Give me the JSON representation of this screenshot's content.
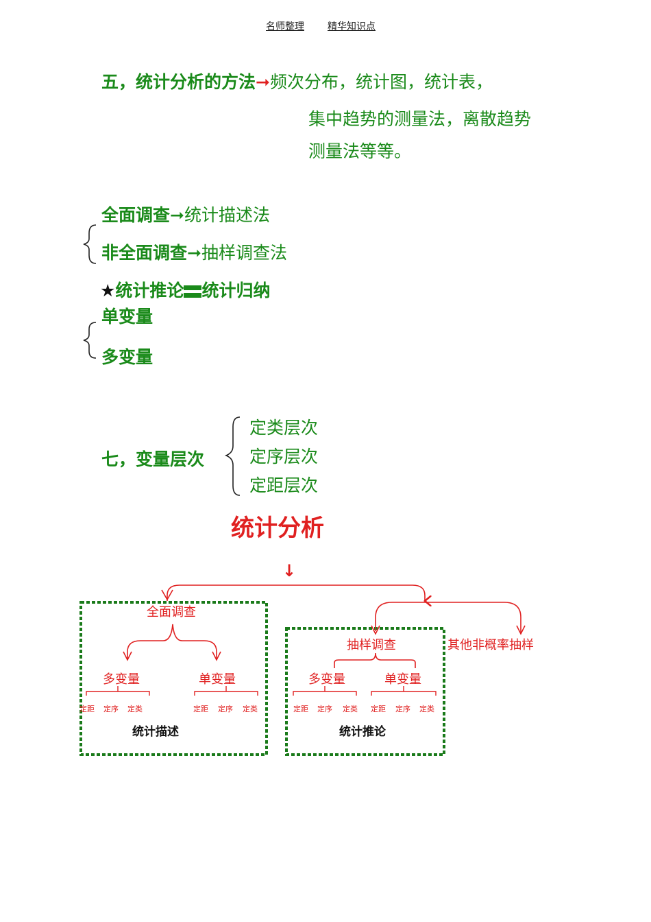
{
  "header": {
    "left": "名师整理",
    "right": "精华知识点"
  },
  "section5": {
    "title": "五，统计分析的方法",
    "arrow": "➞",
    "line1": "频次分布，统计图，统计表，",
    "line2": "集中趋势的测量法，离散趋势",
    "line3": "测量法等等。"
  },
  "survey": {
    "full": "全面调查",
    "full_method": "统计描述法",
    "partial": "非全面调查",
    "partial_method": "抽样调查法",
    "arrow": "➞"
  },
  "inference": {
    "star": "★",
    "left": "统计推论",
    "right": "统计归纳"
  },
  "variables": {
    "single": "单变量",
    "multi": "多变量"
  },
  "section7": {
    "title": "七，变量层次",
    "levels": [
      "定类层次",
      "定序层次",
      "定距层次"
    ]
  },
  "diagram": {
    "title": "统计分析",
    "arrow": "↓",
    "left": {
      "node": "全面调查",
      "multi": "多变量",
      "single": "单变量",
      "multi_levels": [
        "定距",
        "定序",
        "定类"
      ],
      "single_levels": [
        "定距",
        "定序",
        "定类"
      ],
      "caption": "统计描述"
    },
    "right": {
      "node": "抽样调查",
      "other": "其他非概率抽样",
      "multi": "多变量",
      "single": "单变量",
      "multi_levels": [
        "定距",
        "定序",
        "定类"
      ],
      "single_levels": [
        "定距",
        "定序",
        "定类"
      ],
      "caption": "统计推论"
    }
  },
  "colors": {
    "green": "#1a8a1a",
    "red": "#e02020",
    "dash": "#1a7a1a"
  }
}
